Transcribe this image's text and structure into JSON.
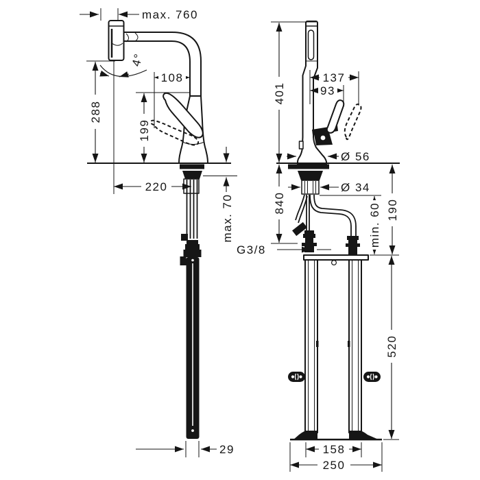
{
  "colors": {
    "ink": "#161616",
    "background": "#ffffff"
  },
  "drawing": {
    "front_view": {
      "pullout": "max. 760",
      "swivel": "4°",
      "head_len": "108",
      "spout_height": "288",
      "handle_height": "199",
      "reach": "220",
      "deck_max": "max. 70",
      "weight_w": "29"
    },
    "side_view": {
      "height": "401",
      "handle_open": "137",
      "handle_len": "93",
      "base_dia": "Ø 56",
      "shank_dia": "Ø 34",
      "hose_len": "840",
      "conn_h": "190",
      "clearance": "min. 60",
      "thread": "G3/8",
      "box_h": "520",
      "rail_w": "158",
      "base_w": "250"
    }
  }
}
